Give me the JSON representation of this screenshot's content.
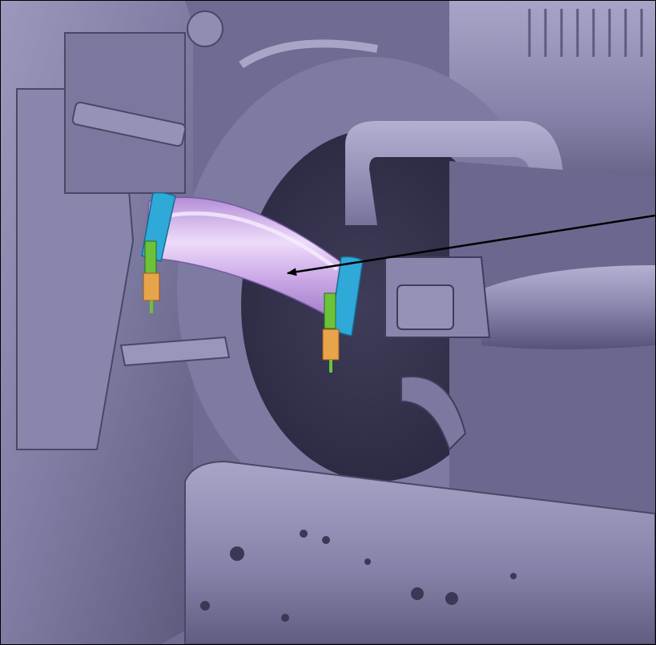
{
  "colors": {
    "background": "#ffffff",
    "border": "#000000",
    "engine_base": "#7c7a9e",
    "engine_light": "#a8a6c6",
    "engine_shadow": "#46445e",
    "hose": "#c7a6e6",
    "hose_highlight": "#eedcfa",
    "clamp_band": "#2fa9d8",
    "clamp_bolt": "#6cc23a",
    "clamp_spring": "#e8a44a",
    "pointer_arrow": "#000000"
  },
  "callout": {
    "target": "charge-air-hose",
    "has_text_label": false
  },
  "components": [
    "radiator-frame",
    "fan-shroud",
    "engine-block",
    "intake-manifold",
    "front-crossmember",
    "charge-air-hose",
    "hose-clamp-left",
    "hose-clamp-right"
  ]
}
